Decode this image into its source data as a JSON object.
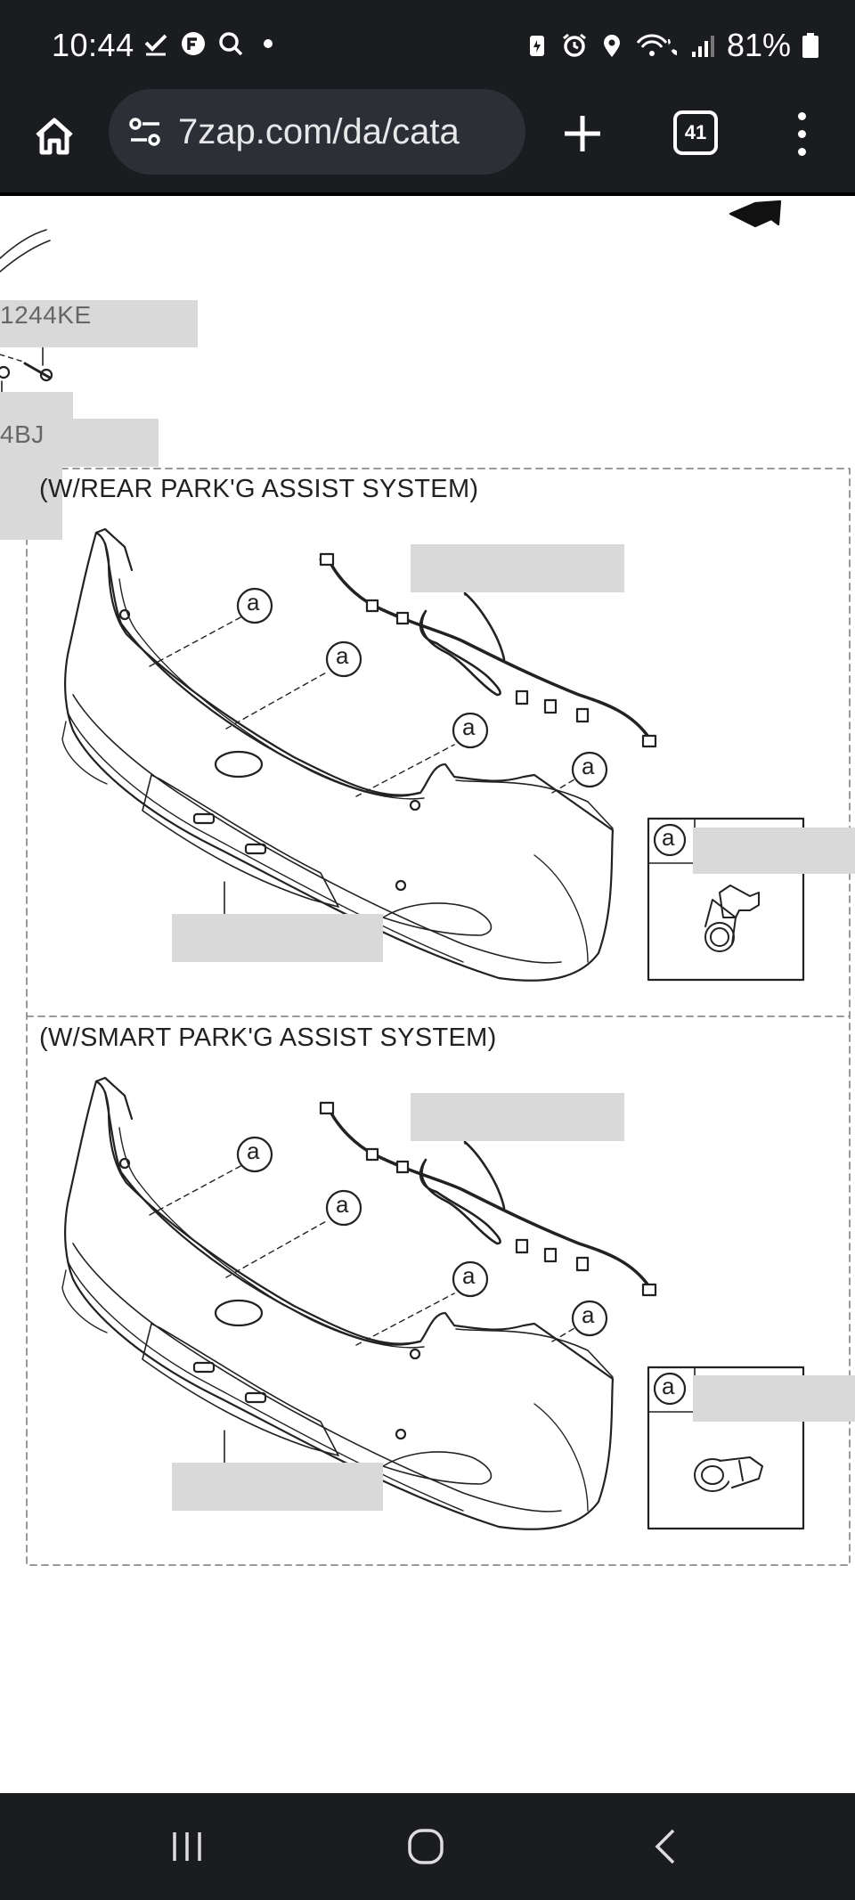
{
  "status_bar": {
    "time": "10:44",
    "battery_percent": "81%",
    "left_icons": [
      "check-icon",
      "app-icon",
      "search-icon",
      "dot-icon"
    ],
    "right_icons": [
      "battery-saver-icon",
      "alarm-icon",
      "location-icon",
      "wifi-call-icon",
      "signal-icon",
      "battery-icon"
    ]
  },
  "browser": {
    "url": "7zap.com/da/cata",
    "tab_count": "41"
  },
  "diagram": {
    "part_label_1": "1244KE",
    "part_label_2": "4BJ",
    "section_1_title": "(W/REAR PARK'G ASSIST SYSTEM)",
    "section_2_title": "(W/SMART PARK'G ASSIST SYSTEM)",
    "callout_letter": "a"
  },
  "colors": {
    "system_bar": "#1b1c20",
    "url_box": "#2d2f36",
    "redaction": "#d9d9d9",
    "line_art": "#222222"
  }
}
